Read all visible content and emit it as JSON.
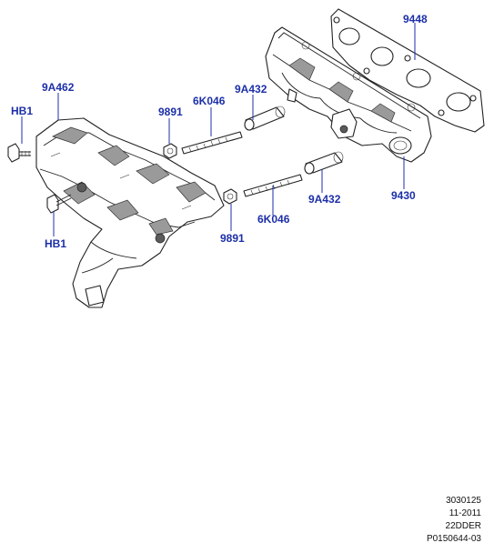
{
  "callouts": {
    "gasket": "9448",
    "heat_shield": "9A462",
    "bolt_top": "HB1",
    "bolt_bottom": "HB1",
    "nut_upper": "9891",
    "nut_lower": "9891",
    "stud_upper": "6K046",
    "stud_lower": "6K046",
    "spacer_upper": "9A432",
    "spacer_lower": "9A432",
    "manifold": "9430"
  },
  "footer": {
    "line1": "3030125",
    "line2": "11-2011",
    "line3": "22DDER",
    "line4": "P0150644-03"
  },
  "colors": {
    "callout_text": "#1c2fa8",
    "footer_text": "#111111"
  }
}
